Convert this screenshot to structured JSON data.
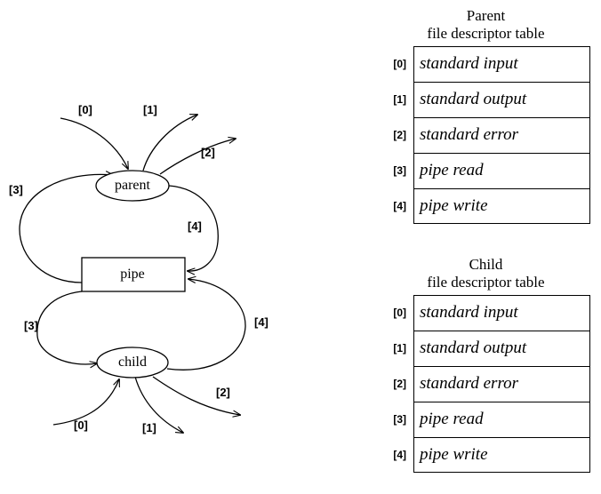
{
  "diagram": {
    "nodes": [
      {
        "id": "parent",
        "label": "parent"
      },
      {
        "id": "pipe",
        "label": "pipe"
      },
      {
        "id": "child",
        "label": "child"
      }
    ],
    "parent_fd_labels": [
      {
        "key": "p0",
        "text": "[0]"
      },
      {
        "key": "p1",
        "text": "[1]"
      },
      {
        "key": "p2",
        "text": "[2]"
      },
      {
        "key": "p3",
        "text": "[3]"
      },
      {
        "key": "p4",
        "text": "[4]"
      }
    ],
    "child_fd_labels": [
      {
        "key": "c3",
        "text": "[3]"
      },
      {
        "key": "c4",
        "text": "[4]"
      },
      {
        "key": "c2",
        "text": "[2]"
      },
      {
        "key": "c0",
        "text": "[0]"
      },
      {
        "key": "c1",
        "text": "[1]"
      }
    ],
    "stroke_color": "#000000",
    "fill_color": "#ffffff"
  },
  "parent_table": {
    "title_line1": "Parent",
    "title_line2": "file descriptor table",
    "rows": [
      {
        "index": "[0]",
        "value": "standard input"
      },
      {
        "index": "[1]",
        "value": "standard output"
      },
      {
        "index": "[2]",
        "value": "standard error"
      },
      {
        "index": "[3]",
        "value": "pipe read"
      },
      {
        "index": "[4]",
        "value": "pipe write"
      }
    ]
  },
  "child_table": {
    "title_line1": "Child",
    "title_line2": "file descriptor table",
    "rows": [
      {
        "index": "[0]",
        "value": "standard input"
      },
      {
        "index": "[1]",
        "value": "standard output"
      },
      {
        "index": "[2]",
        "value": "standard error"
      },
      {
        "index": "[3]",
        "value": "pipe read"
      },
      {
        "index": "[4]",
        "value": "pipe write"
      }
    ]
  }
}
